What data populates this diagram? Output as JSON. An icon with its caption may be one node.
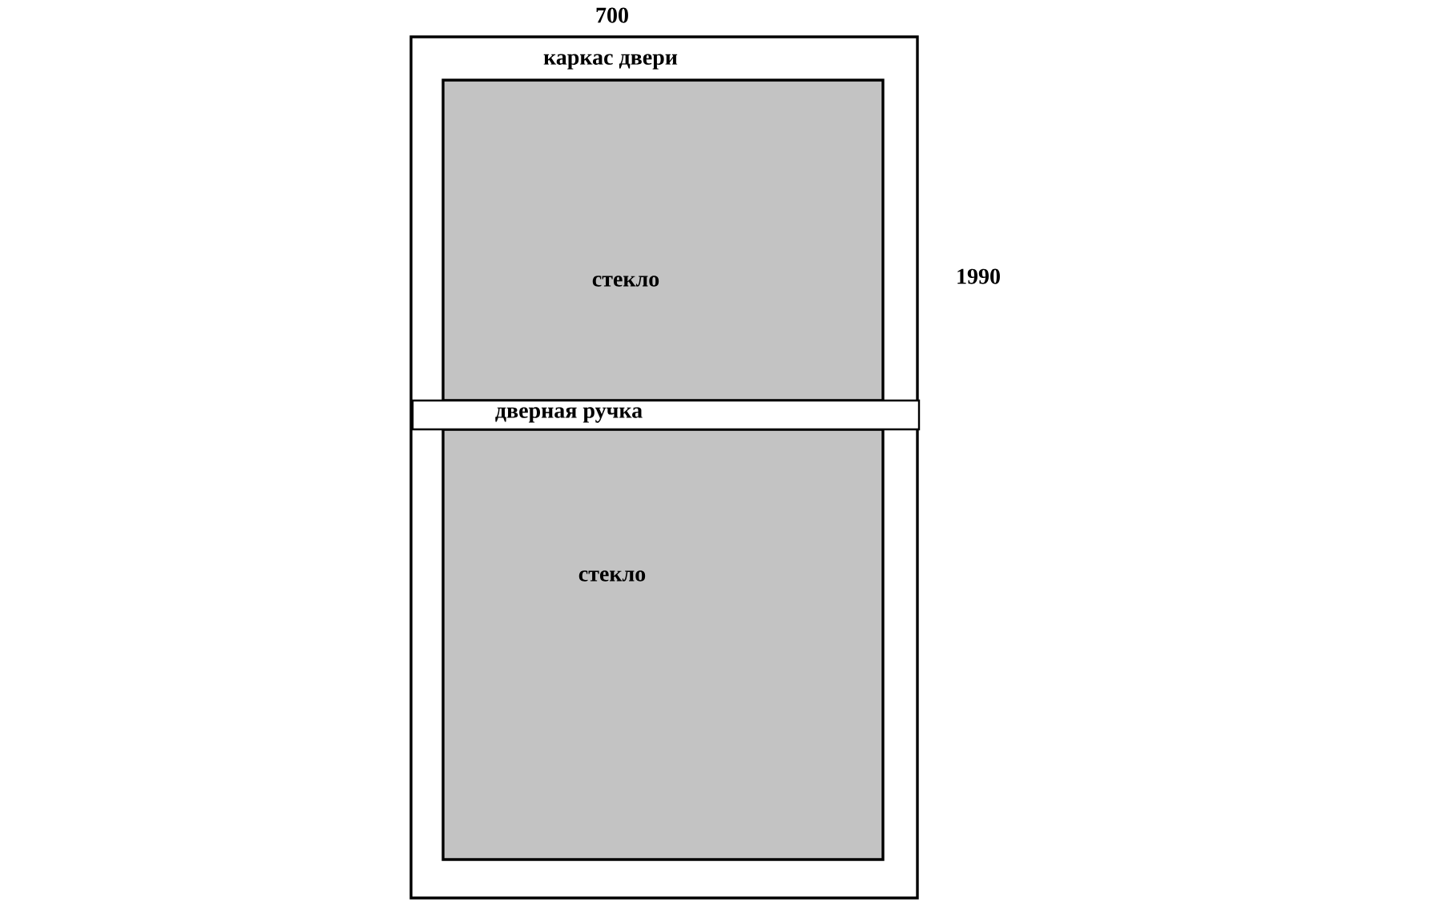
{
  "diagram": {
    "nodes": [
      {
        "text": [
          "каркас двери"
        ]
      },
      {
        "text": [
          "стекло"
        ],
        "in": 0
      },
      {
        "text": [
          "дверная ручка"
        ],
        "in": 0
      },
      {
        "text": [
          "стекло"
        ],
        "in": 0
      }
    ],
    "labels": [
      "700",
      "1990"
    ]
  }
}
